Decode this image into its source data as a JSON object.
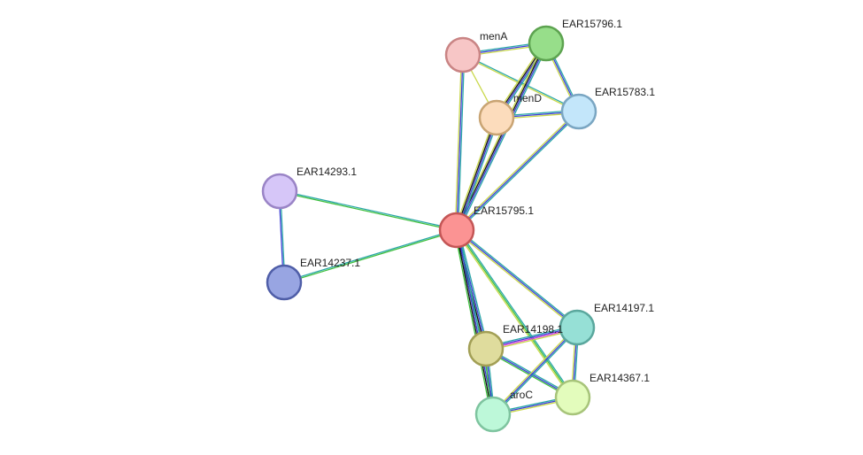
{
  "nodes": [
    {
      "id": "menA",
      "label": "menA",
      "fill": "#f7c6c6",
      "stroke": "#c98484"
    },
    {
      "id": "EAR15796.1",
      "label": "EAR15796.1",
      "fill": "#97de8a",
      "stroke": "#5da350"
    },
    {
      "id": "menD",
      "label": "menD",
      "fill": "#fcdcbc",
      "stroke": "#c9a473"
    },
    {
      "id": "EAR15783.1",
      "label": "EAR15783.1",
      "fill": "#c3e6fa",
      "stroke": "#7aa6c2"
    },
    {
      "id": "EAR14293.1",
      "label": "EAR14293.1",
      "fill": "#d6c6f8",
      "stroke": "#9a84c6"
    },
    {
      "id": "EAR15795.1",
      "label": "EAR15795.1",
      "fill": "#fb9393",
      "stroke": "#c45656"
    },
    {
      "id": "EAR14237.1",
      "label": "EAR14237.1",
      "fill": "#98a5e2",
      "stroke": "#4f5ea8"
    },
    {
      "id": "EAR14197.1",
      "label": "EAR14197.1",
      "fill": "#96e0d6",
      "stroke": "#5aa79d"
    },
    {
      "id": "EAR14198.1",
      "label": "EAR14198.1",
      "fill": "#dfdc9d",
      "stroke": "#a29f55"
    },
    {
      "id": "EAR14367.1",
      "label": "EAR14367.1",
      "fill": "#e3fcbc",
      "stroke": "#a7c47a"
    },
    {
      "id": "aroC",
      "label": "aroC",
      "fill": "#bdf8d9",
      "stroke": "#7ec49f"
    }
  ],
  "edges": [
    {
      "source": "menA",
      "target": "EAR15796.1",
      "colors": [
        "#2aa7a7",
        "#3f3fd6",
        "#c9d84a"
      ]
    },
    {
      "source": "menA",
      "target": "EAR15783.1",
      "colors": [
        "#2aa7a7",
        "#c9d84a"
      ]
    },
    {
      "source": "menA",
      "target": "menD",
      "colors": [
        "#c9d84a"
      ]
    },
    {
      "source": "menA",
      "target": "EAR15795.1",
      "colors": [
        "#2aa7a7",
        "#3f3fd6",
        "#c9d84a"
      ]
    },
    {
      "source": "EAR15796.1",
      "target": "menD",
      "colors": [
        "#2aa7a7",
        "#3f3fd6",
        "#111111",
        "#c9d84a"
      ]
    },
    {
      "source": "EAR15796.1",
      "target": "EAR15783.1",
      "colors": [
        "#2aa7a7",
        "#3f3fd6",
        "#c9d84a"
      ]
    },
    {
      "source": "EAR15796.1",
      "target": "EAR15795.1",
      "colors": [
        "#2aa7a7",
        "#3f3fd6",
        "#111111",
        "#c9d84a"
      ]
    },
    {
      "source": "menD",
      "target": "EAR15783.1",
      "colors": [
        "#2aa7a7",
        "#3f3fd6",
        "#c9d84a"
      ]
    },
    {
      "source": "menD",
      "target": "EAR15795.1",
      "colors": [
        "#2aa7a7",
        "#3f3fd6",
        "#111111",
        "#c9d84a"
      ]
    },
    {
      "source": "EAR15783.1",
      "target": "EAR15795.1",
      "colors": [
        "#2aa7a7",
        "#3f3fd6",
        "#c9d84a"
      ]
    },
    {
      "source": "EAR14293.1",
      "target": "EAR15795.1",
      "colors": [
        "#2aa7a7",
        "#3fbf3f"
      ]
    },
    {
      "source": "EAR14293.1",
      "target": "EAR14237.1",
      "colors": [
        "#2aa7a7",
        "#3f3fd6"
      ]
    },
    {
      "source": "EAR14237.1",
      "target": "EAR15795.1",
      "colors": [
        "#2aa7a7",
        "#3fbf3f"
      ]
    },
    {
      "source": "EAR15795.1",
      "target": "EAR14197.1",
      "colors": [
        "#2aa7a7",
        "#3f3fd6",
        "#c9d84a"
      ]
    },
    {
      "source": "EAR15795.1",
      "target": "EAR14198.1",
      "colors": [
        "#2aa7a7",
        "#3f3fd6",
        "#111111",
        "#3fbf3f"
      ]
    },
    {
      "source": "EAR15795.1",
      "target": "EAR14367.1",
      "colors": [
        "#2aa7a7",
        "#3fbf3f",
        "#c9d84a"
      ]
    },
    {
      "source": "EAR15795.1",
      "target": "aroC",
      "colors": [
        "#2aa7a7",
        "#3f3fd6",
        "#111111",
        "#3fbf3f"
      ]
    },
    {
      "source": "EAR14198.1",
      "target": "EAR14197.1",
      "colors": [
        "#2aa7a7",
        "#3f3fd6",
        "#d63fd6",
        "#c9d84a"
      ]
    },
    {
      "source": "EAR14198.1",
      "target": "EAR14367.1",
      "colors": [
        "#2aa7a7",
        "#3f3fd6",
        "#3fbf3f"
      ]
    },
    {
      "source": "EAR14198.1",
      "target": "aroC",
      "colors": [
        "#2aa7a7",
        "#3f3fd6",
        "#3fbf3f"
      ]
    },
    {
      "source": "EAR14197.1",
      "target": "EAR14367.1",
      "colors": [
        "#2aa7a7",
        "#3f3fd6",
        "#c9d84a"
      ]
    },
    {
      "source": "EAR14197.1",
      "target": "aroC",
      "colors": [
        "#2aa7a7",
        "#3f3fd6",
        "#c9d84a"
      ]
    },
    {
      "source": "aroC",
      "target": "EAR14367.1",
      "colors": [
        "#2aa7a7",
        "#3f3fd6",
        "#c9d84a"
      ]
    }
  ]
}
